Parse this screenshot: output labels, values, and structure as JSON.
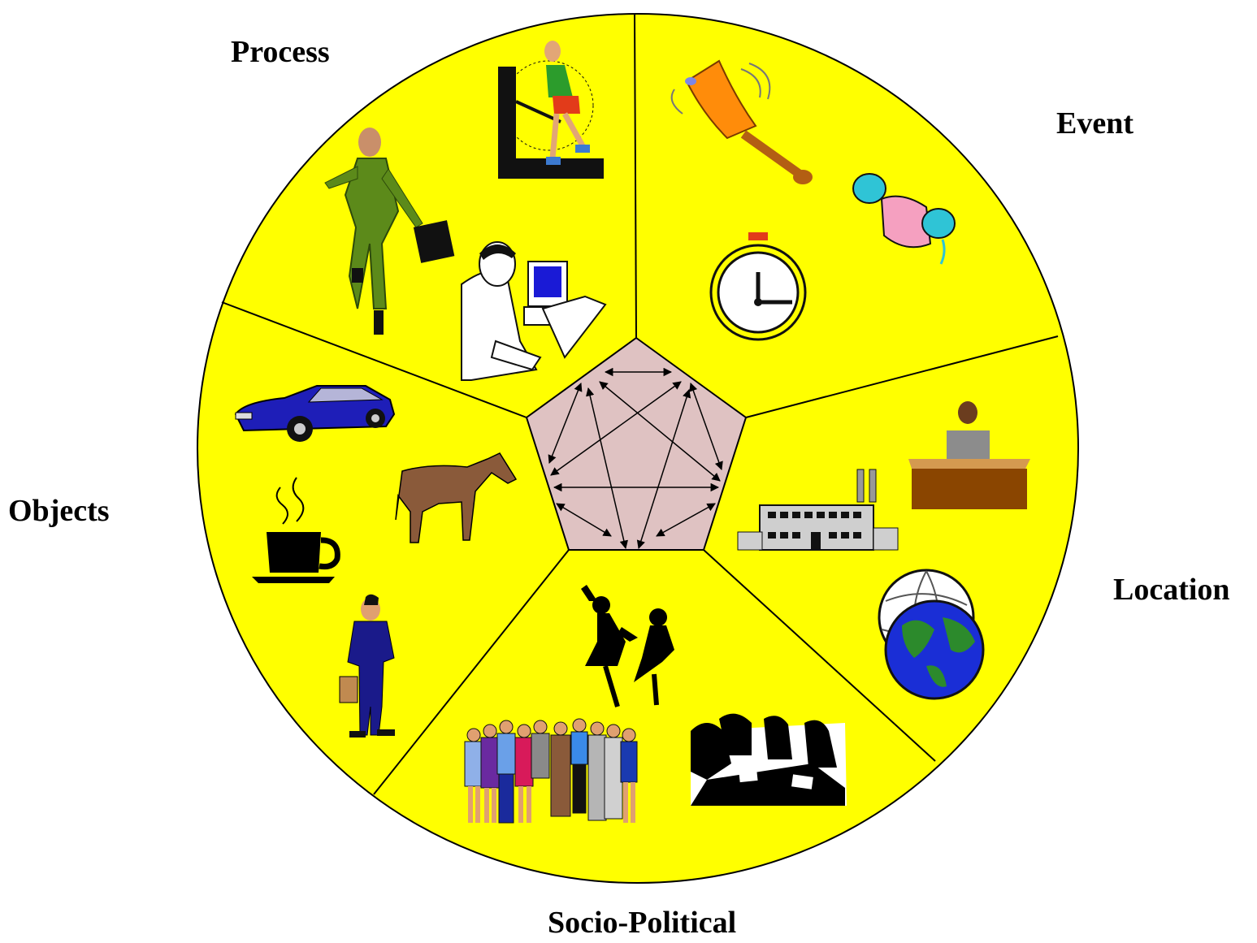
{
  "colors": {
    "wheel_fill": "#ffff00",
    "outline": "#000000",
    "center_fill": "#dfc2c2",
    "background": "#ffffff"
  },
  "center": {
    "description_icon": "interconnection-arrows-icon"
  },
  "segments": [
    {
      "id": "process",
      "label": "Process",
      "icons": [
        "running-businessman-icon",
        "treadmill-runner-icon",
        "computer-worker-icon"
      ]
    },
    {
      "id": "event",
      "label": "Event",
      "icons": [
        "ringing-bell-icon",
        "stopwatch-icon",
        "telephone-handset-icon"
      ]
    },
    {
      "id": "location",
      "label": "Location",
      "icons": [
        "man-at-desk-icon",
        "factory-icon",
        "globe-icon"
      ]
    },
    {
      "id": "socio-political",
      "label": "Socio-Political",
      "icons": [
        "dancing-couple-icon",
        "group-of-people-icon",
        "meeting-icon"
      ]
    },
    {
      "id": "objects",
      "label": "Objects",
      "icons": [
        "car-icon",
        "horse-icon",
        "coffee-cup-icon",
        "businessman-with-briefcase-icon"
      ]
    }
  ]
}
